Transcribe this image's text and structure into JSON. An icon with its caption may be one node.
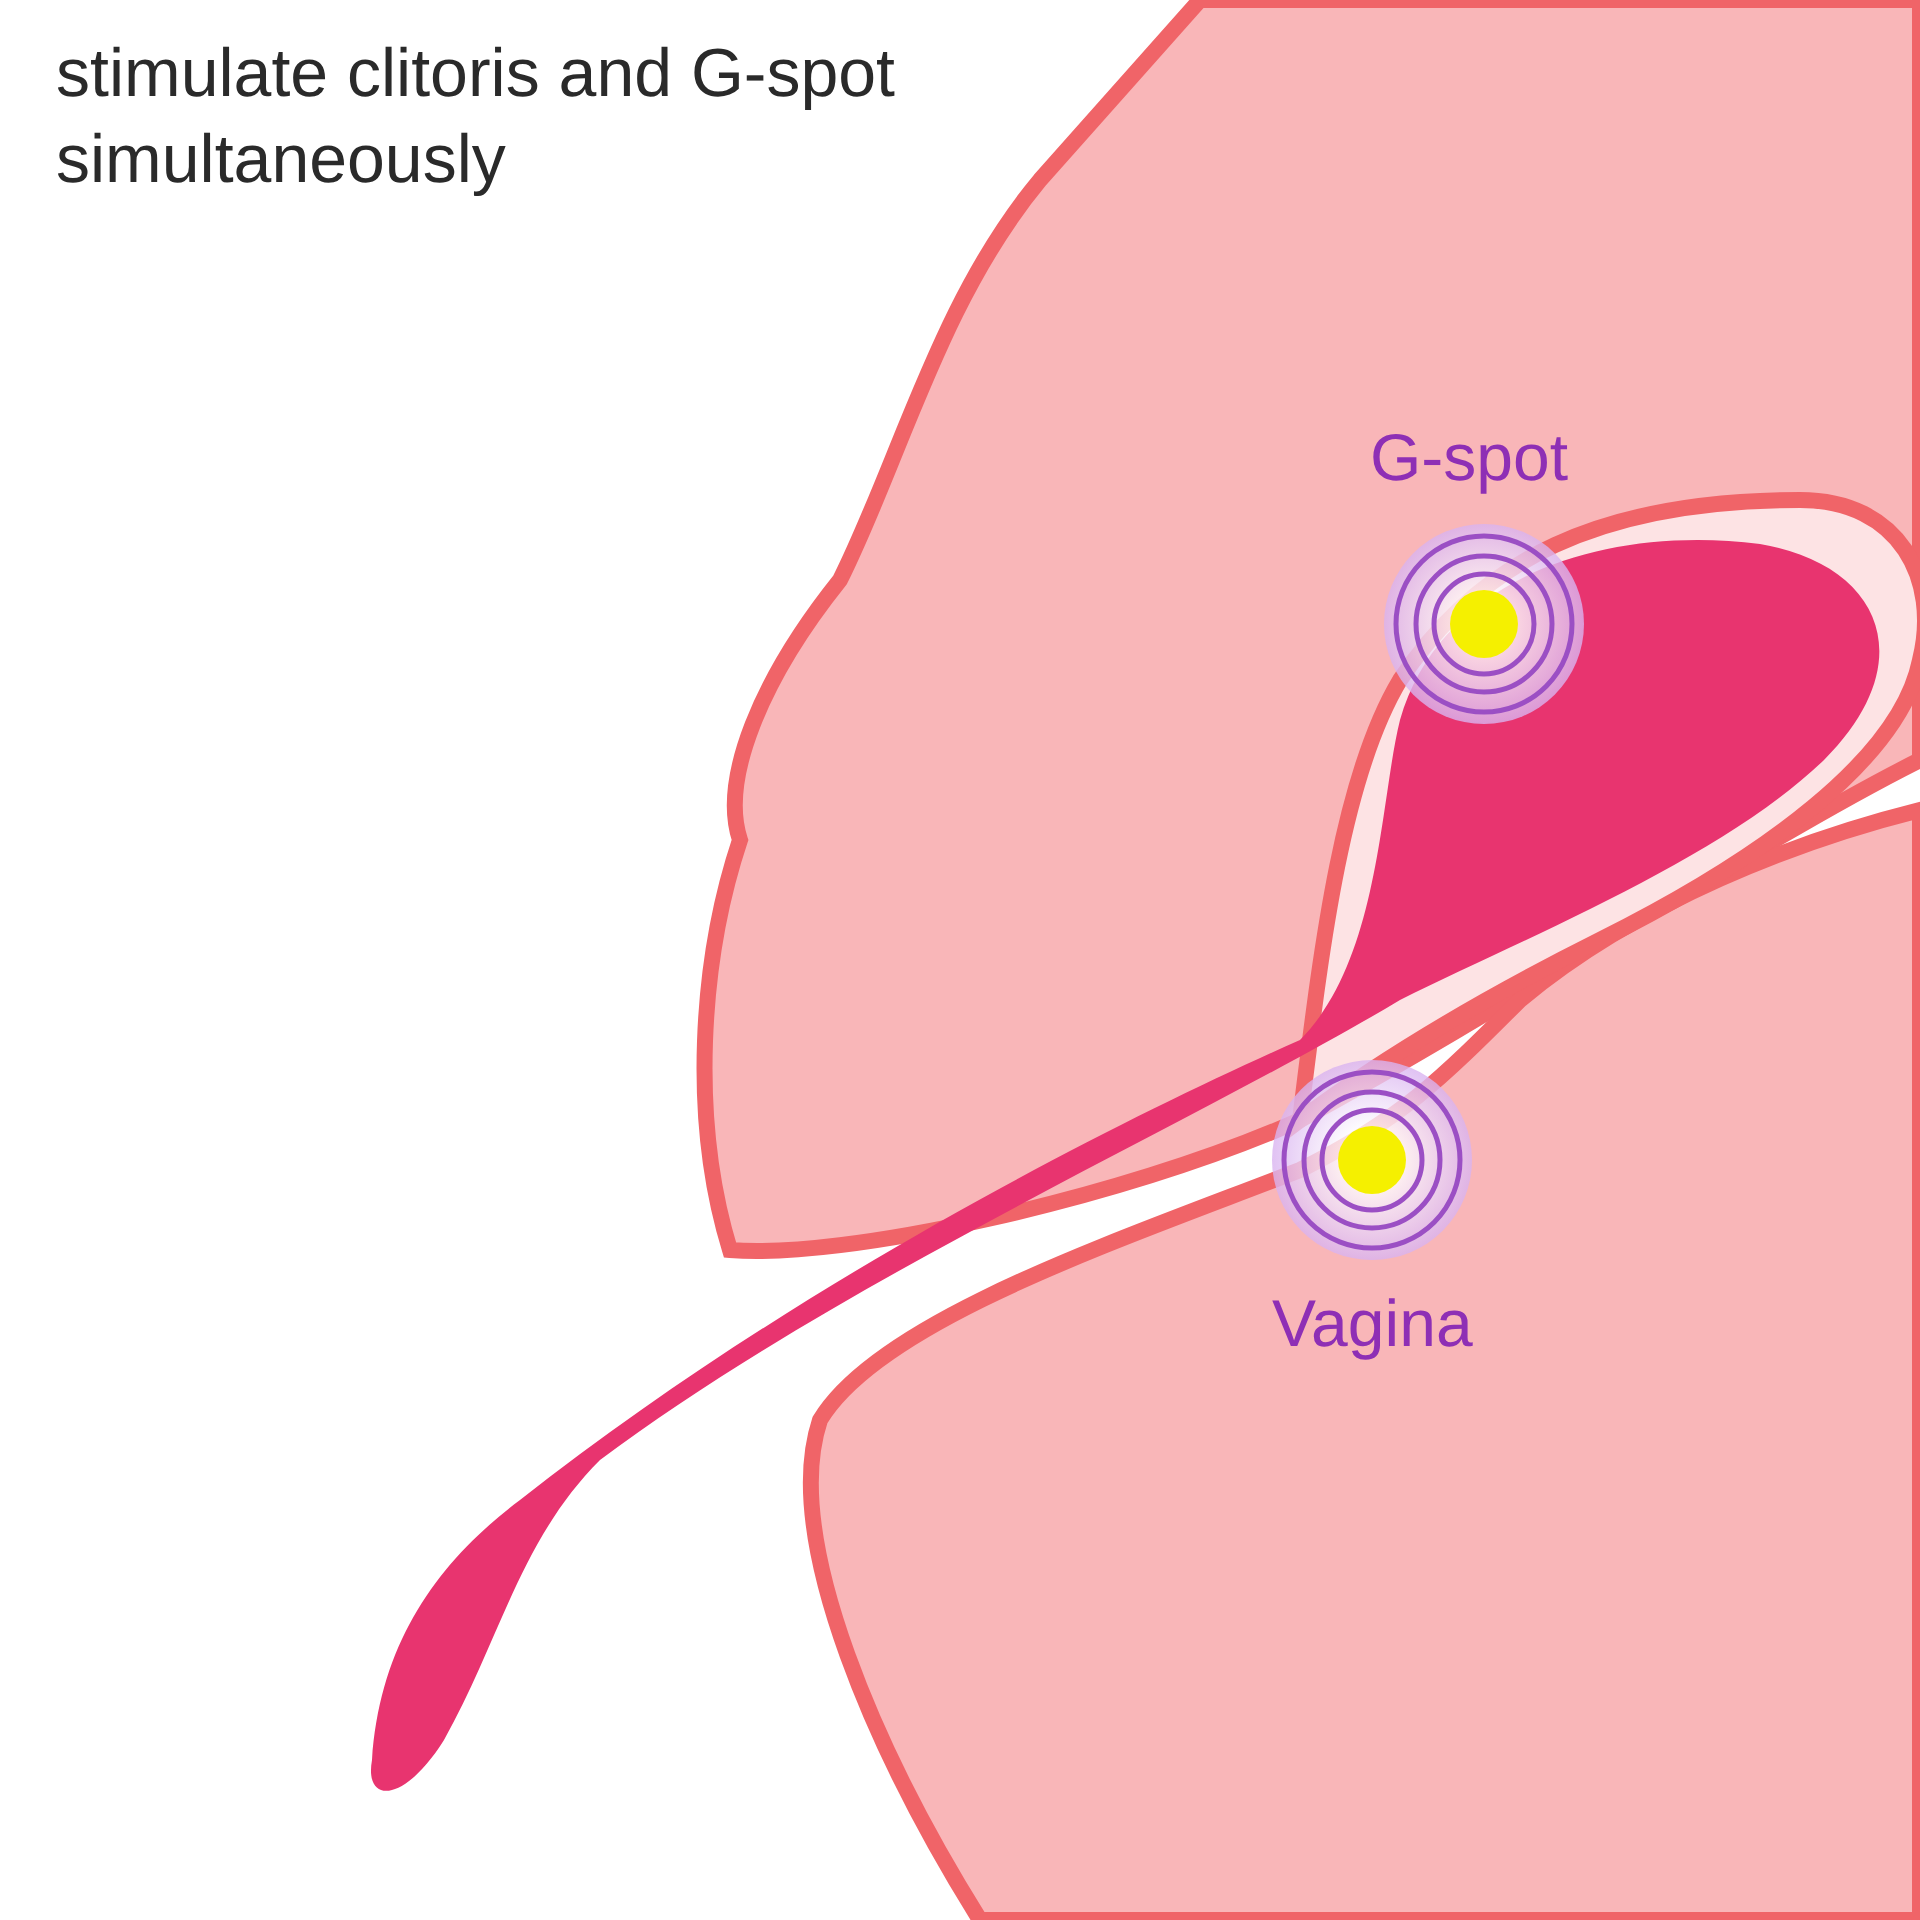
{
  "diagram": {
    "title": "stimulate clitoris and G-spot simultaneously",
    "labels": [
      "G-spot",
      "Vagina"
    ]
  }
}
